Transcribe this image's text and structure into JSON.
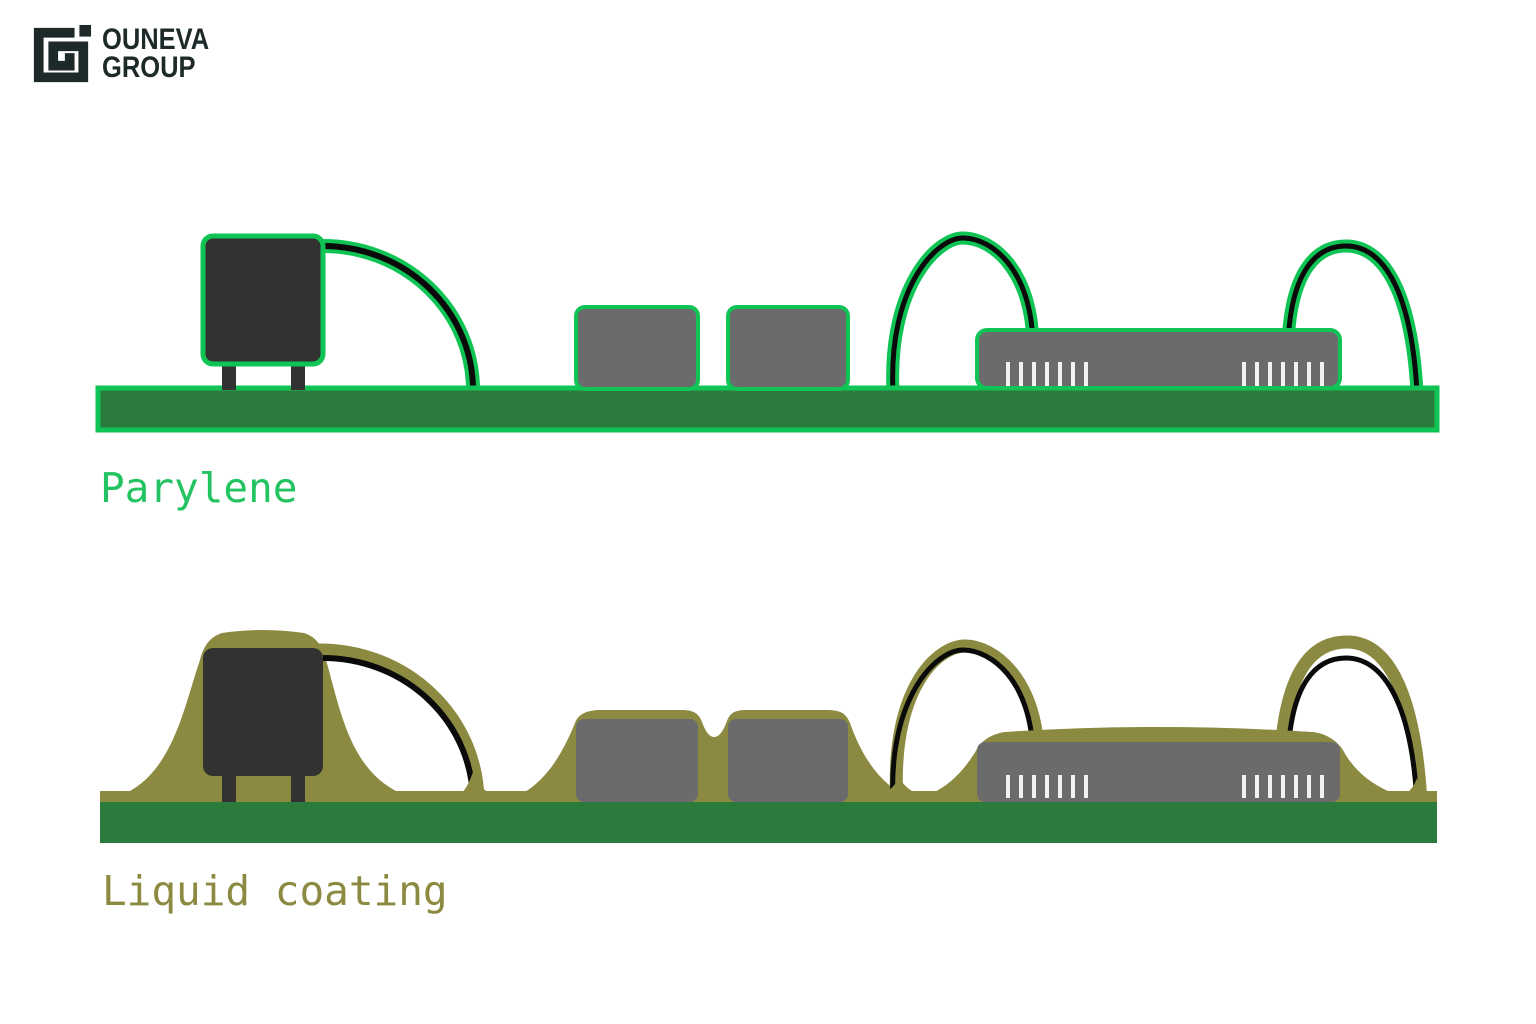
{
  "logo": {
    "line1": "OUNEVA",
    "line2": "GROUP"
  },
  "figures": {
    "top_label": "Parylene",
    "bottom_label": "Liquid coating"
  },
  "colors": {
    "background": "#ffffff",
    "logo_dark": "#1e2a29",
    "board_green": "#2b7b3c",
    "outline_green": "#10c355",
    "parylene_label_green": "#22c360",
    "coating_olive": "#8b8a40",
    "component_dark": "#323232",
    "chip_gray": "#6b6b6b",
    "pin_white": "#f2f2f2",
    "wire_black": "#0a0a0a"
  }
}
